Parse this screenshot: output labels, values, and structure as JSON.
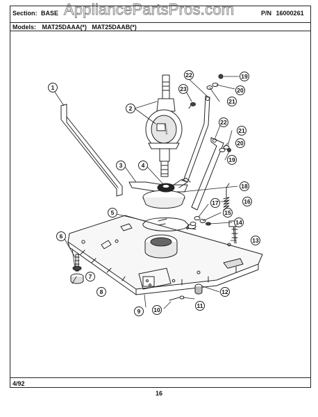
{
  "header": {
    "section_label": "Section:",
    "section_value": "BASE",
    "pn_label": "P/N",
    "pn_value": "16000261",
    "models_label": "Models:",
    "models_value": "MAT25DAAA(*)   MAT25DAAB(*)"
  },
  "watermark": "AppliancePartsPros.com",
  "diagram": {
    "callouts": [
      "1",
      "2",
      "3",
      "4",
      "5",
      "6",
      "7",
      "8",
      "9",
      "10",
      "11",
      "12",
      "13",
      "14",
      "15",
      "16",
      "17",
      "18",
      "19",
      "20",
      "21",
      "22",
      "23"
    ],
    "decal_text": "MAYTAG"
  },
  "footer": {
    "date": "4/92",
    "page_number": "16"
  }
}
